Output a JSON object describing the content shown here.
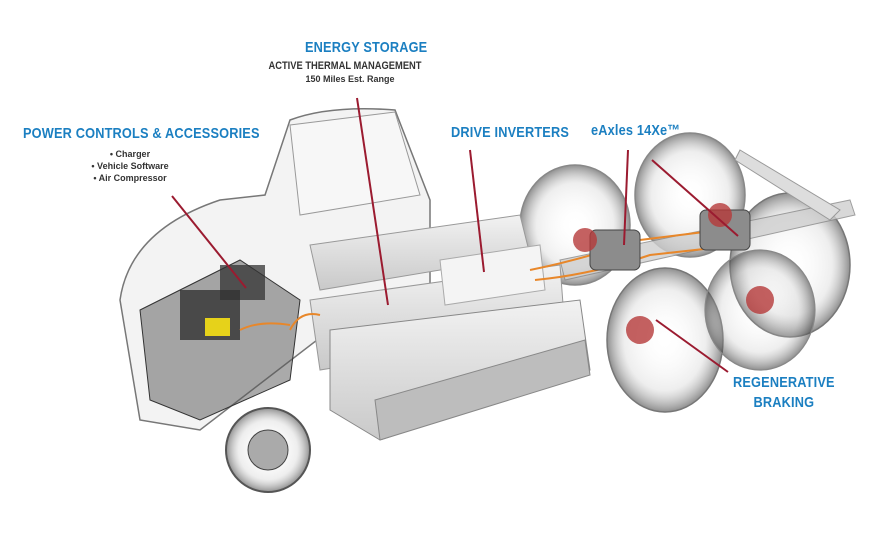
{
  "labels": {
    "energy_storage": {
      "title": "ENERGY STORAGE",
      "subtitle": "ACTIVE THERMAL MANAGEMENT",
      "detail": "150 Miles Est. Range"
    },
    "power_controls": {
      "title": "POWER CONTROLS & ACCESSORIES",
      "items": [
        "• Charger",
        "• Vehicle Software",
        "• Air Compressor"
      ]
    },
    "drive_inverters": {
      "title": "DRIVE INVERTERS"
    },
    "eaxles": {
      "title": "eAxles 14Xe™"
    },
    "regenerative_braking": {
      "line1": "REGENERATIVE",
      "line2": "BRAKING"
    }
  },
  "colors": {
    "label_blue": "#1b7fc1",
    "leader_red": "#9b1b30",
    "wiring_orange": "#e8872a"
  }
}
